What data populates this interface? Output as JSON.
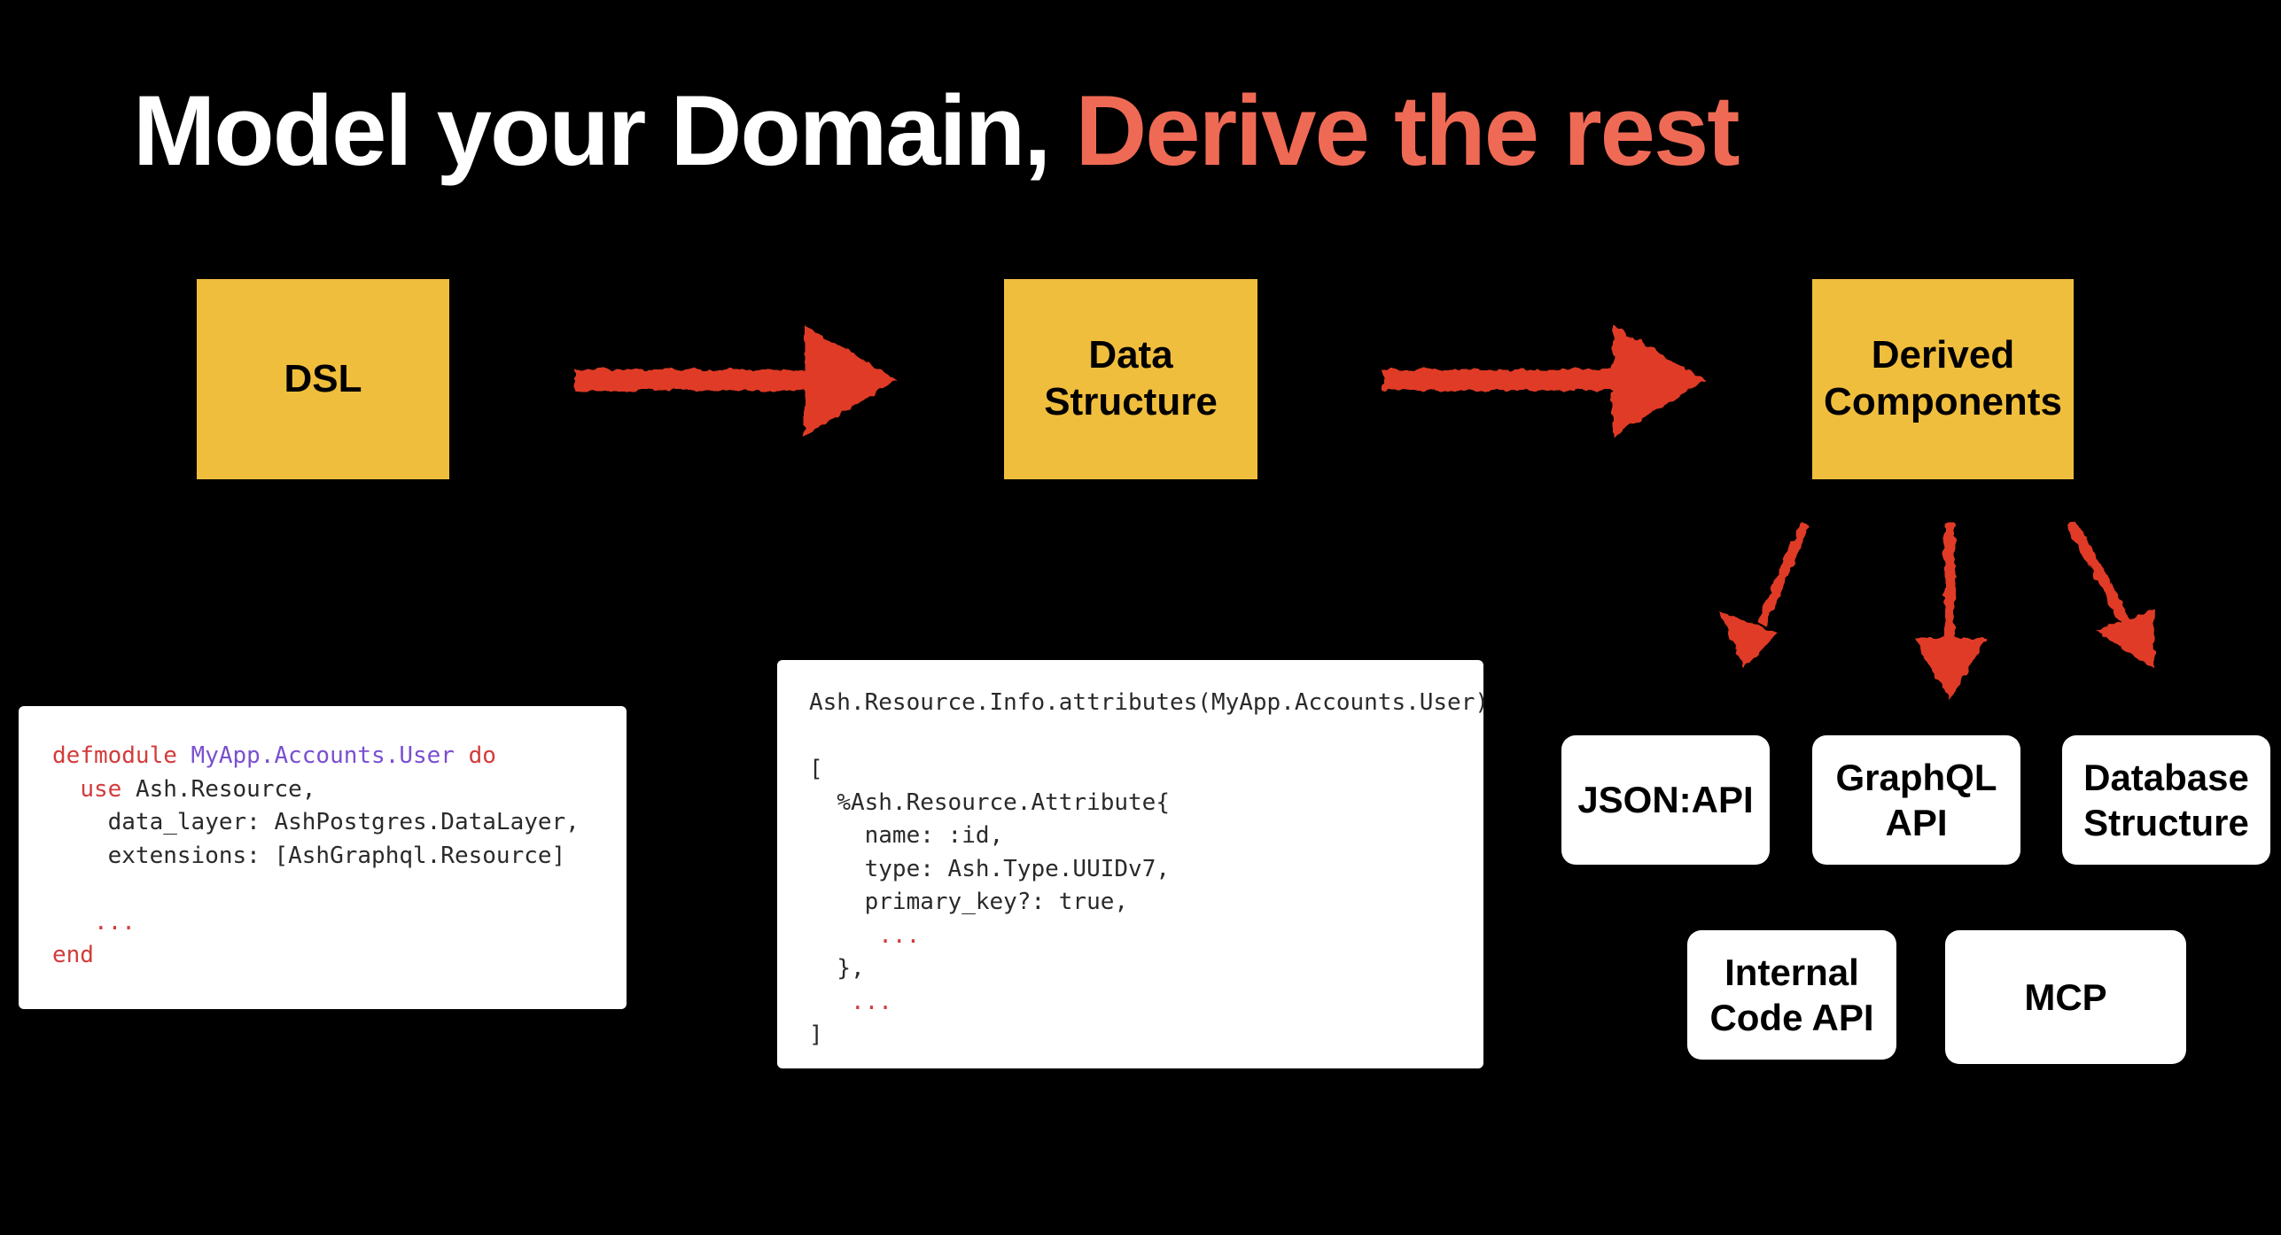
{
  "title": {
    "part1": "Model your Domain, ",
    "part2": "Derive the rest",
    "accent_color": "#ef6a55"
  },
  "stages": {
    "dsl": "DSL",
    "data_structure": "Data\nStructure",
    "derived_components": "Derived\nComponents",
    "box_color": "#f0be3d"
  },
  "outputs": {
    "json_api": "JSON:API",
    "graphql_api": "GraphQL\nAPI",
    "database_structure": "Database\nStructure",
    "internal_code_api": "Internal\nCode API",
    "mcp": "MCP"
  },
  "dsl_code": {
    "l1_kw": "defmodule",
    "l1_mod": "MyApp.Accounts.User",
    "l1_do": "do",
    "l2_kw": "use",
    "l2_rest": "Ash.Resource,",
    "l3": "data_layer: AshPostgres.DataLayer,",
    "l4": "extensions: [AshGraphql.Resource]",
    "l6": "...",
    "l7": "end"
  },
  "data_code": {
    "l1": "Ash.Resource.Info.attributes(MyApp.Accounts.User)",
    "l3": "[",
    "l4": "%Ash.Resource.Attribute{",
    "l5": "name: :id,",
    "l6": "type: Ash.Type.UUIDv7,",
    "l7": "primary_key?: true,",
    "l8": "...",
    "l9": "},",
    "l10": "...",
    "l11": "]"
  },
  "colors": {
    "background": "#000000",
    "arrow": "#e03a26",
    "keyword": "#d23b3b",
    "module": "#7a4fd1"
  },
  "icons": {
    "arrows": "hand-drawn-red-arrow"
  }
}
